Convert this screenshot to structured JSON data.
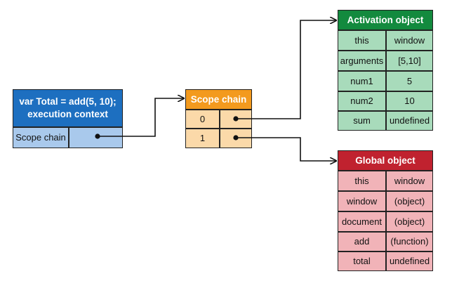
{
  "execution_context": {
    "title_line1": "var Total = add(5, 10);",
    "title_line2": "execution context",
    "row_label": "Scope chain"
  },
  "scope_chain": {
    "title": "Scope chain",
    "rows": [
      "0",
      "1"
    ]
  },
  "activation_object": {
    "title": "Activation object",
    "rows": [
      {
        "key": "this",
        "value": "window"
      },
      {
        "key": "arguments",
        "value": "[5,10]"
      },
      {
        "key": "num1",
        "value": "5"
      },
      {
        "key": "num2",
        "value": "10"
      },
      {
        "key": "sum",
        "value": "undefined"
      }
    ]
  },
  "global_object": {
    "title": "Global object",
    "rows": [
      {
        "key": "this",
        "value": "window"
      },
      {
        "key": "window",
        "value": "(object)"
      },
      {
        "key": "document",
        "value": "(object)"
      },
      {
        "key": "add",
        "value": "(function)"
      },
      {
        "key": "total",
        "value": "undefined"
      }
    ]
  },
  "colors": {
    "blue_header": "#1d6fc0",
    "blue_body": "#a9c9ec",
    "orange_header": "#f39a1e",
    "orange_body": "#fbd9a9",
    "green_header": "#138a3e",
    "green_body": "#a8dbbb",
    "red_header": "#c0222f",
    "red_body": "#f1b3b8"
  }
}
